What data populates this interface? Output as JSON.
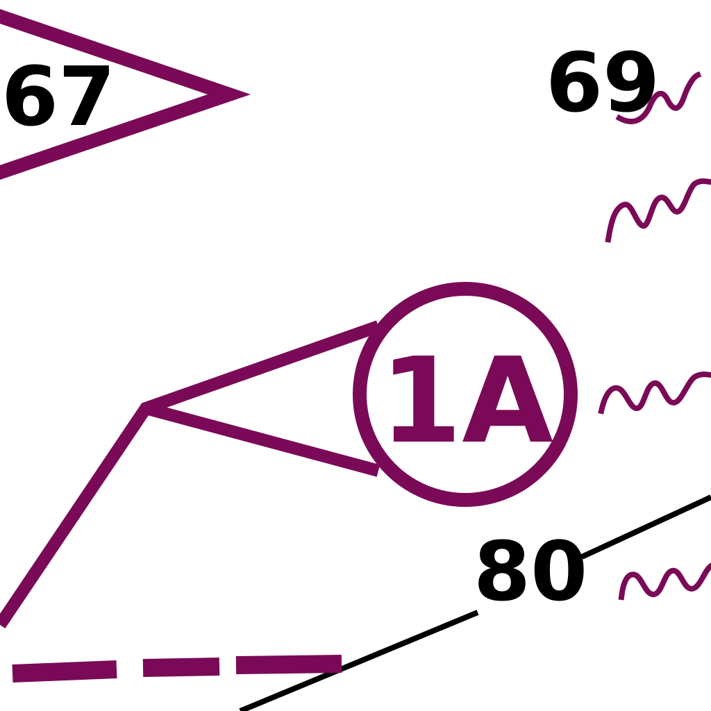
{
  "map": {
    "labels": {
      "control_67": "67",
      "height_69": "69",
      "control_1a": "1A",
      "height_80": "80"
    },
    "colors": {
      "feature": "#7a0a57",
      "text": "#000000",
      "background": "#ffffff"
    }
  }
}
